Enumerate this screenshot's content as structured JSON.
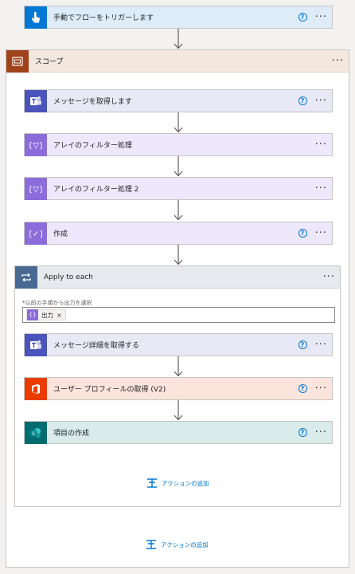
{
  "trigger": {
    "title": "手動でフローをトリガーします",
    "icon": "touch-icon",
    "color": "#0078d4",
    "bg": "#deecf9"
  },
  "scope": {
    "title": "スコープ",
    "icon": "scope-icon",
    "color": "#a0421a",
    "bg": "#f4e7de"
  },
  "actions": [
    {
      "title": "メッセージを取得します",
      "icon": "teams-icon",
      "color": "#4b53bc",
      "bg": "#e8e8f6",
      "help": true
    },
    {
      "title": "アレイのフィルター処理",
      "icon": "data-operation-icon",
      "color": "#8c6cdb",
      "bg": "#ede8fb",
      "help": false
    },
    {
      "title": "アレイのフィルター処理 2",
      "icon": "data-operation-icon",
      "color": "#8c6cdb",
      "bg": "#ede8fb",
      "help": false
    },
    {
      "title": "作成",
      "icon": "compose-icon",
      "color": "#8c6cdb",
      "bg": "#ede8fb",
      "help": true
    }
  ],
  "apply_to_each": {
    "title": "Apply to each",
    "icon": "loop-icon",
    "color": "#486991",
    "select_label": "以前の手順から出力を選択",
    "required_mark": "*",
    "token": {
      "label": "出力",
      "remove": "×"
    },
    "inner_actions": [
      {
        "title": "メッセージ詳細を取得する",
        "icon": "teams-icon",
        "color": "#4b53bc",
        "bg": "#e8e8f6",
        "help": true
      },
      {
        "title": "ユーザー プロフィールの取得 (V2)",
        "icon": "office365-icon",
        "color": "#eb3c00",
        "bg": "#fbe4dc",
        "help": true
      },
      {
        "title": "項目の作成",
        "icon": "sharepoint-icon",
        "color": "#036c70",
        "bg": "#d9ebeb",
        "help": true
      }
    ],
    "add_action": "アクションの追加"
  },
  "scope_add_action": "アクションの追加",
  "help_symbol": "?",
  "more_symbol": "···"
}
